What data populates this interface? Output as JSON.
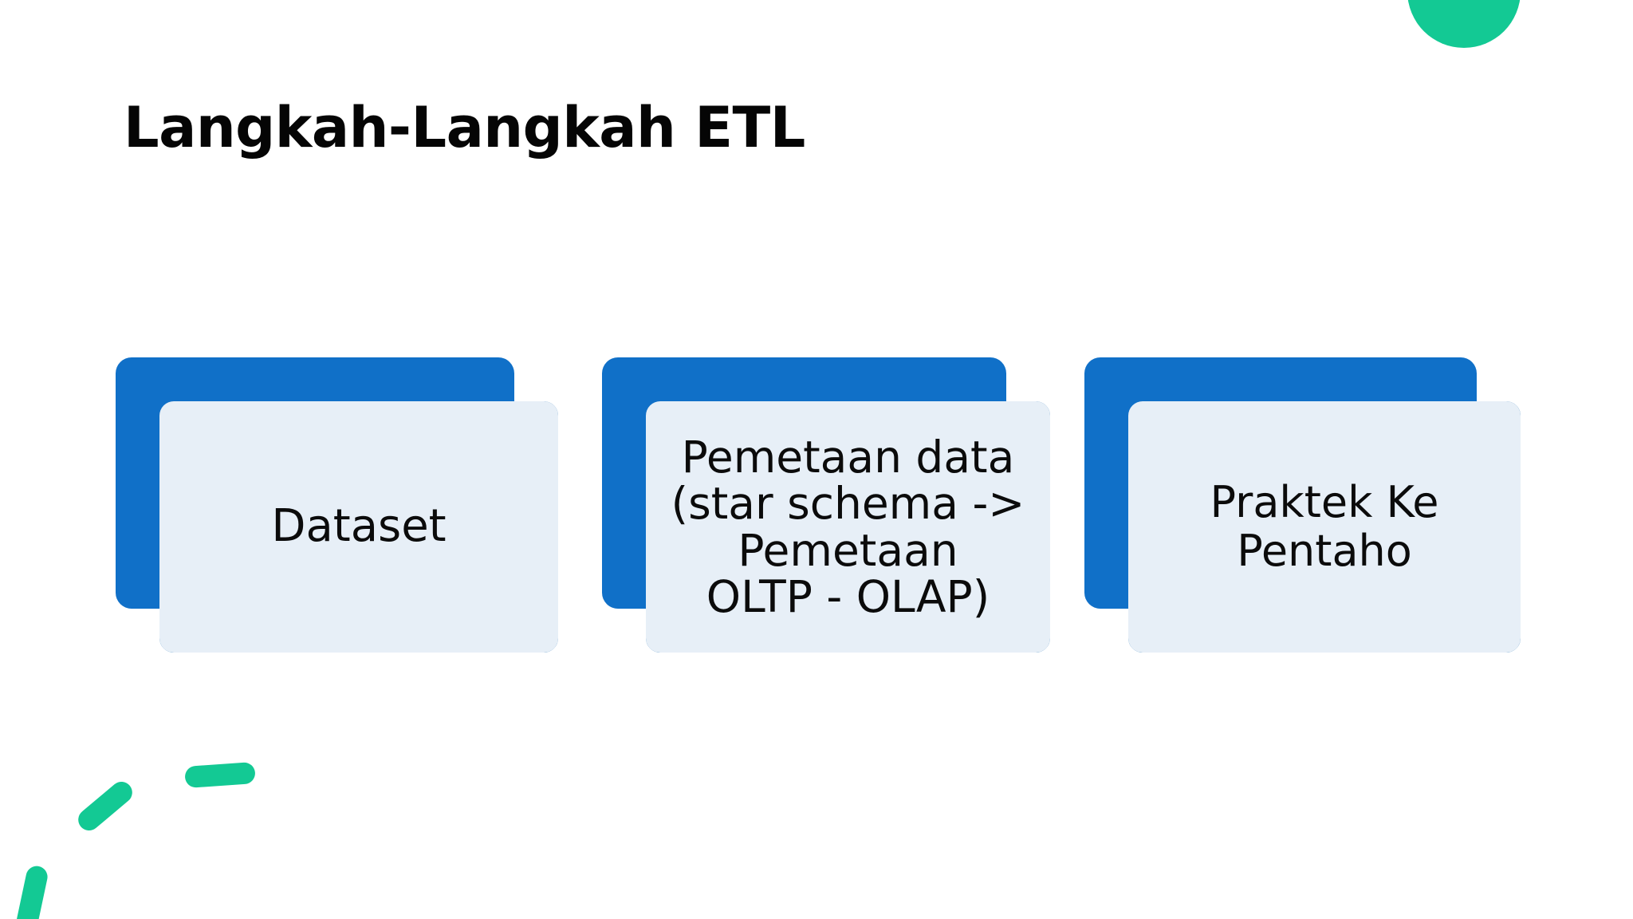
{
  "slide": {
    "title": "Langkah-Langkah ETL",
    "background_color": "#ffffff"
  },
  "theme": {
    "accent_blue": "#1070C8",
    "card_border_blue": "#1C6FB5",
    "panel_light_blue": "#E7EFF7",
    "accent_green": "#13C994",
    "text_color": "#0b0b0b"
  },
  "cards": [
    {
      "id": "dataset",
      "label": "Dataset"
    },
    {
      "id": "pemetaan-data",
      "label": "Pemetaan data\n(star schema ->\nPemetaan\nOLTP - OLAP)"
    },
    {
      "id": "praktek-ke-pentaho",
      "label": "Praktek Ke\nPentaho"
    }
  ],
  "decorations": {
    "circle_top_right": "green-circle",
    "dash_top": "green-arc-dash",
    "dash_middle": "green-arc-dash",
    "dash_bottom": "green-arc-dash"
  }
}
